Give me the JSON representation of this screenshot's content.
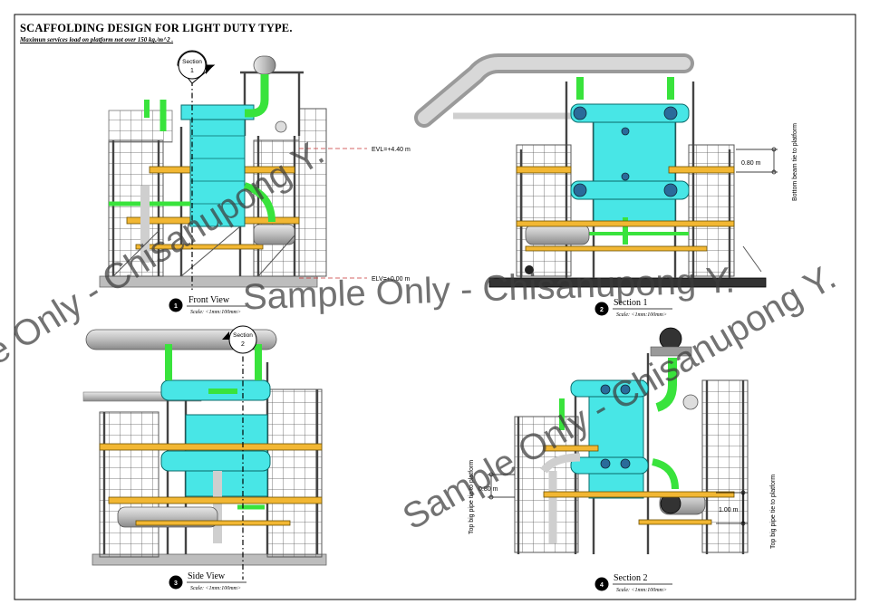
{
  "sheet": {
    "title": "SCAFFOLDING DESIGN FOR LIGHT DUTY  TYPE.",
    "subtitle": "Maximun services load on platform not over 150 kg./m^2 ."
  },
  "views": [
    {
      "number": "1",
      "label": "Front View",
      "scale": "Scale: <1mm:100mm>"
    },
    {
      "number": "2",
      "label": "Section 1",
      "scale": "Scale: <1mm:100mm>"
    },
    {
      "number": "3",
      "label": "Side View",
      "scale": "Scale: <1mm:100mm>"
    },
    {
      "number": "4",
      "label": "Section 2",
      "scale": "Scale: <1mm:100mm>"
    }
  ],
  "section_markers": [
    {
      "line1": "Section",
      "line2": "1"
    },
    {
      "line1": "Section",
      "line2": "2"
    }
  ],
  "elevations": {
    "top": "EVL=+4.40 m",
    "bottom": "ELV=+0.00 m"
  },
  "dimensions": {
    "sec1": "0.80 m",
    "sec2_left": "0.80 m",
    "sec2_right": "1.00 m"
  },
  "notes": {
    "bottom_beam": "Bottom beam tie to platform",
    "top_pipe_left": "Top big pipe tie to platform",
    "top_pipe_right": "Top big pipe tie to platform"
  },
  "watermark": {
    "line1": "Sample Only - Chisanupong Y.",
    "line2": "Sample Only - Chisanupong Y.",
    "line3": "Sample Only - Chisanupong Y."
  },
  "colors": {
    "frame": "#5a5a5a",
    "platform": "#f2b733",
    "vessel": "#48e6e6",
    "pipe_green": "#39e33c",
    "pipe_gray": "#c8c8c8",
    "base": "#bdbdbd",
    "dark_base": "#333333"
  }
}
